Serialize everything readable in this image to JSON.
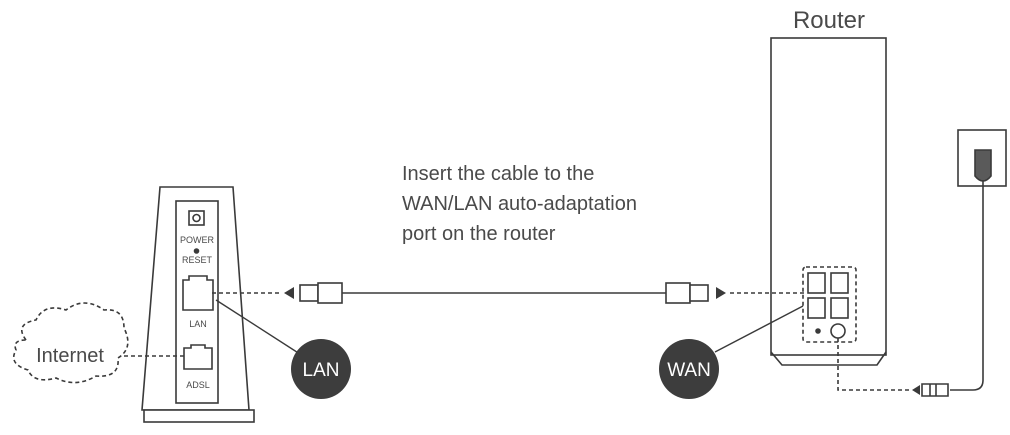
{
  "labels": {
    "router_title": "Router",
    "instruction": [
      "Insert the cable to the",
      "WAN/LAN auto-adaptation",
      "port on the router"
    ],
    "internet": "Internet",
    "modem_power": "POWER",
    "modem_reset": "RESET",
    "modem_lan": "LAN",
    "modem_adsl": "ADSL",
    "badge_lan": "LAN",
    "badge_wan": "WAN"
  },
  "colors": {
    "stroke": "#3a3a3a",
    "badge_fill": "#3d3d3d",
    "badge_text": "#ffffff",
    "text": "#4a4a4a"
  }
}
